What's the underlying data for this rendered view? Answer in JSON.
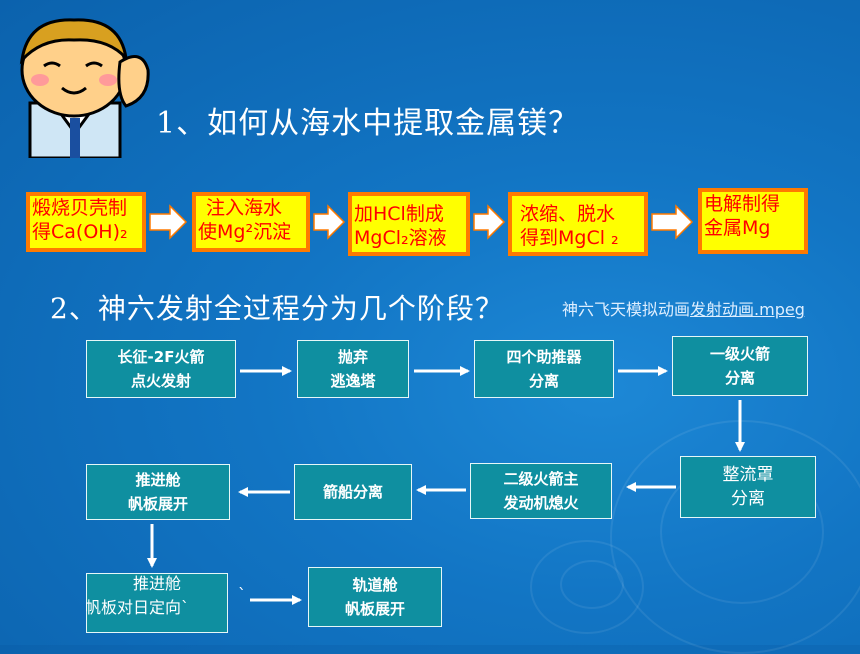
{
  "q1": "1、如何从海水中提取金属镁？",
  "q2": "2、神六发射全过程分为几个阶段？",
  "side_text": "神六飞天模拟动画",
  "side_link": "发射动画.mpeg",
  "process": [
    {
      "l1": "煅烧贝壳制",
      "l2": "得Ca(OH)₂"
    },
    {
      "l1": "注入海水",
      "l2": "使Mg²沉淀"
    },
    {
      "l1": "加HCl制成",
      "l2": "MgCl₂溶液"
    },
    {
      "l1": "浓缩、脱水",
      "l2": "得到MgCl ₂"
    },
    {
      "l1": "电解制得",
      "l2": "金属Mg"
    }
  ],
  "stages": [
    {
      "l1": "长征-2F火箭",
      "l2": "点火发射"
    },
    {
      "l1": "抛弃",
      "l2": "逃逸塔"
    },
    {
      "l1": "四个助推器",
      "l2": "分离"
    },
    {
      "l1": "一级火箭",
      "l2": "分离"
    },
    {
      "l1": "整流罩",
      "l2": "分离"
    },
    {
      "l1": "二级火箭主",
      "l2": "发动机熄火"
    },
    {
      "l1": "箭船分离",
      "l2": ""
    },
    {
      "l1": "推进舱",
      "l2": "帆板展开"
    },
    {
      "l1": "推进舱",
      "l2": "帆板对日定向`"
    },
    {
      "l1": "轨道舱",
      "l2": "帆板展开"
    }
  ],
  "stray_mark": "`",
  "colors": {
    "process_fill": "#ffff00",
    "process_border": "#ff7a00",
    "process_text": "#ff0000",
    "stage_fill": "#0f8fa0"
  }
}
